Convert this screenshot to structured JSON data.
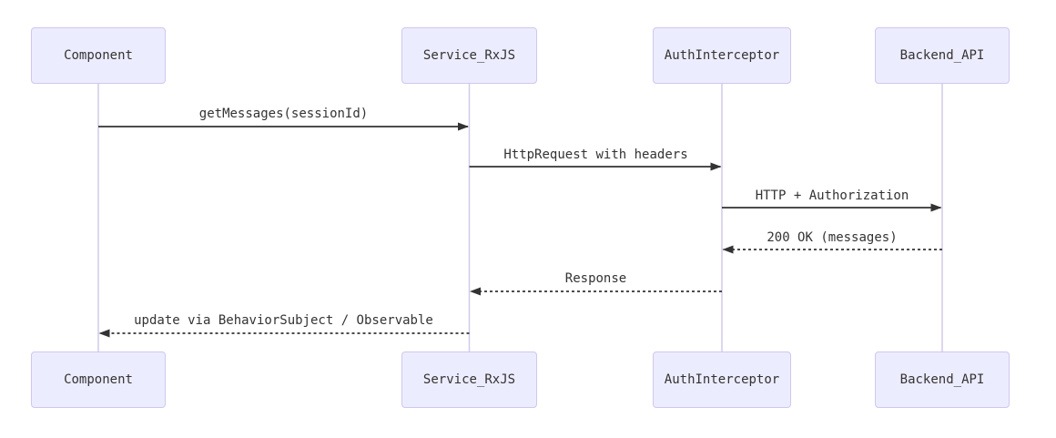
{
  "diagram": {
    "type": "sequence",
    "actors": [
      {
        "name": "Component"
      },
      {
        "name": "Service_RxJS"
      },
      {
        "name": "AuthInterceptor"
      },
      {
        "name": "Backend_API"
      }
    ],
    "messages": [
      {
        "from": "Component",
        "to": "Service_RxJS",
        "label": "getMessages(sessionId)",
        "style": "solid"
      },
      {
        "from": "Service_RxJS",
        "to": "AuthInterceptor",
        "label": "HttpRequest with headers",
        "style": "solid"
      },
      {
        "from": "AuthInterceptor",
        "to": "Backend_API",
        "label": "HTTP + Authorization",
        "style": "solid"
      },
      {
        "from": "Backend_API",
        "to": "AuthInterceptor",
        "label": "200 OK (messages)",
        "style": "dotted"
      },
      {
        "from": "AuthInterceptor",
        "to": "Service_RxJS",
        "label": "Response",
        "style": "dotted"
      },
      {
        "from": "Service_RxJS",
        "to": "Component",
        "label": "update via BehaviorSubject / Observable",
        "style": "dotted"
      }
    ],
    "colors": {
      "background": "#ffffff",
      "actor_fill": "#ECECFF",
      "actor_border": "#cfc7ec",
      "lifeline": "#d2cae8",
      "arrow": "#333333",
      "text": "#333333"
    }
  }
}
